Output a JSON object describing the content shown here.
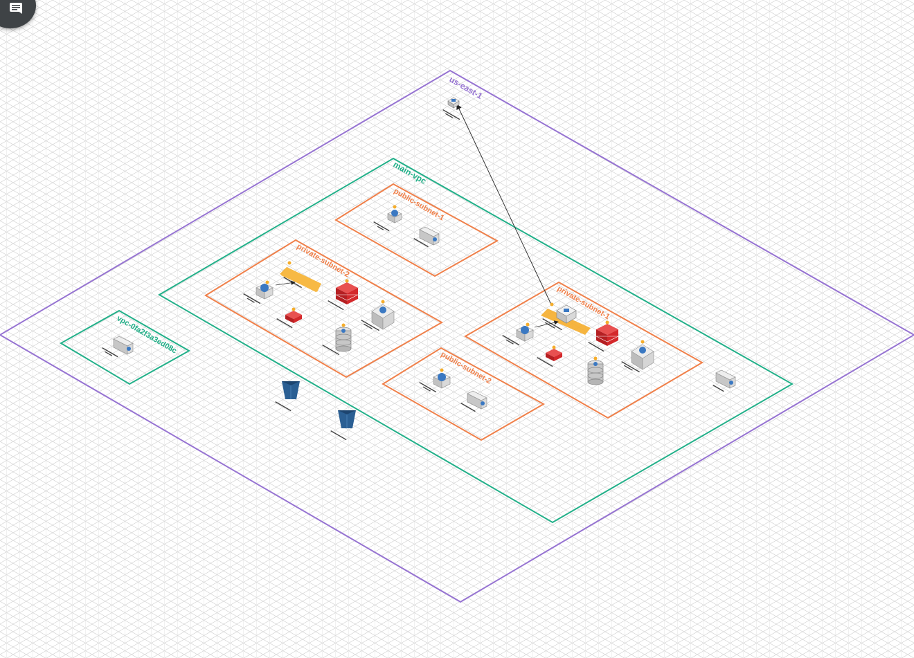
{
  "colors": {
    "grid": "#c9c9c9",
    "region": "#9673d2",
    "vpc": "#22b089",
    "subnet": "#f0804a",
    "elb": "#f5ad2b",
    "redis": "#d4282b",
    "s3": "#2b5f93",
    "instance": "#d8d8d8",
    "badge": "#3a78c2"
  },
  "icons": {
    "fab": "comment-icon"
  },
  "zones": {
    "region": "us-east-1",
    "main_vpc": "main-vpc",
    "default_vpc": "vpc-0fa2f3a3ed08c",
    "public_subnet_1": "public-subnet-1",
    "public_subnet_2": "public-subnet-2",
    "private_subnet_1": "private-subnet-1",
    "private_subnet_2": "private-subnet-2"
  }
}
